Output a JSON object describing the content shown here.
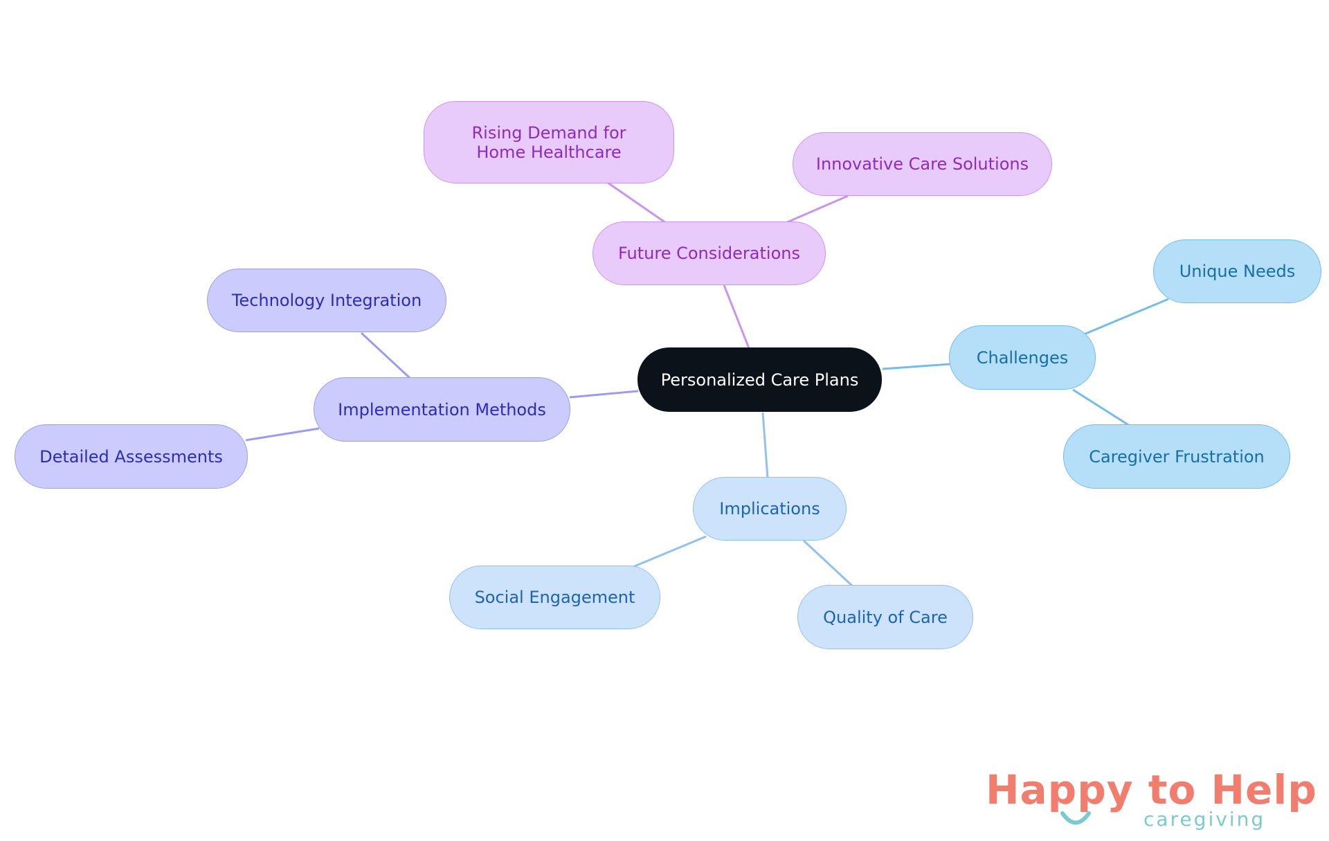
{
  "mindmap": {
    "root": {
      "label": "Personalized Care Plans"
    },
    "branches": [
      {
        "label": "Future Considerations",
        "color": "#c993ef",
        "children": [
          "Rising Demand for Home Healthcare",
          "Innovative Care Solutions"
        ]
      },
      {
        "label": "Implementation Methods",
        "color": "#9c9cee",
        "children": [
          "Technology Integration",
          "Detailed Assessments"
        ]
      },
      {
        "label": "Challenges",
        "color": "#73bdea",
        "children": [
          "Unique Needs",
          "Caregiver Frustration"
        ]
      },
      {
        "label": "Implications",
        "color": "#94c0ee",
        "children": [
          "Social Engagement",
          "Quality of Care"
        ]
      }
    ]
  },
  "logo": {
    "name": "Happy to Help",
    "tagline": "caregiving",
    "primary_color": "#f07d6e",
    "secondary_color": "#7ccbcc"
  }
}
